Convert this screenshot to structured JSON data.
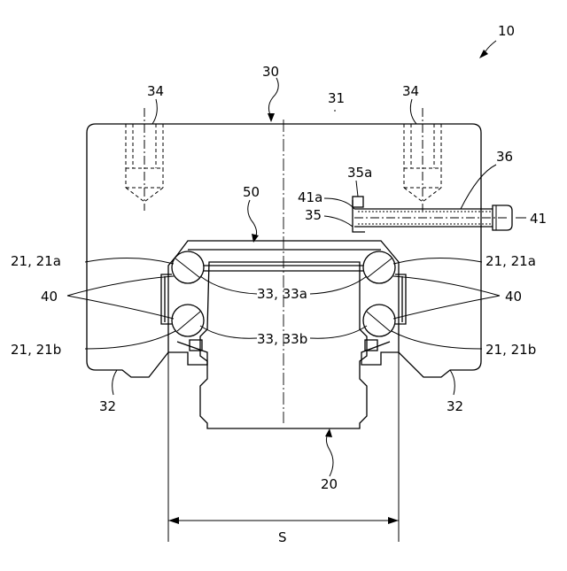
{
  "labels": {
    "device": "10",
    "block": "30",
    "block_body": "31",
    "bolt_hole_left": "34",
    "bolt_hole_right": "34",
    "pipe_ref": "36",
    "port": "35a",
    "bolt_end": "41a",
    "port_body": "35",
    "screw": "41",
    "retainer": "50",
    "ball_upper_left": "21, 21a",
    "ball_upper_right": "21, 21a",
    "holder_left": "40",
    "holder_right": "40",
    "groove_upper_left": "33, 33a",
    "groove_upper_right": "33, 33a",
    "groove_lower_left": "33, 33b",
    "groove_lower_right": "33, 33b",
    "ball_lower_left": "21, 21b",
    "ball_lower_right": "21, 21b",
    "leg_left": "32",
    "leg_right": "32",
    "rail": "20",
    "span": "S"
  }
}
